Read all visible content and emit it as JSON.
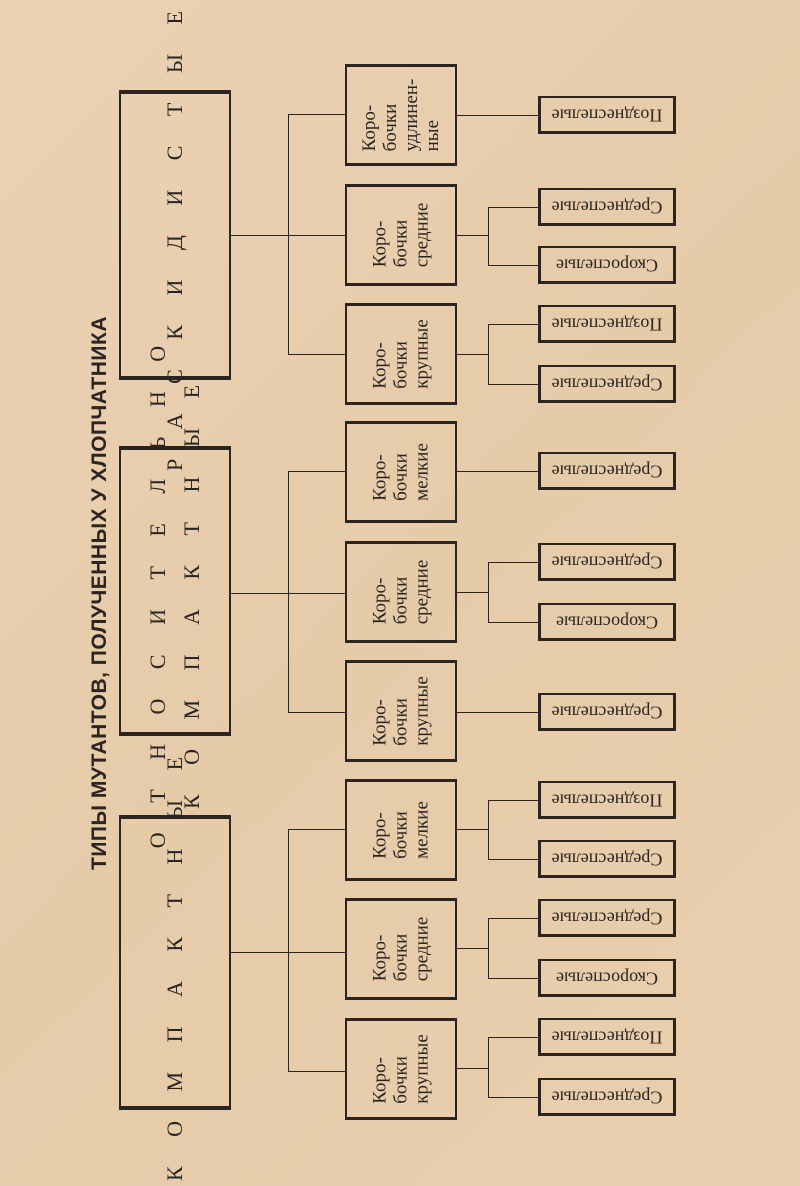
{
  "title": "ТИПЫ МУТАНТОВ, ПОЛУЧЕННЫХ У ХЛОПЧАТНИКА",
  "groups": [
    {
      "label": "Р А С К И Д И С Т Ы Е",
      "subtypes": [
        {
          "label": "Коро-\nбочки\nудлинен-\nные",
          "results": [
            "Позднеспелые"
          ]
        },
        {
          "label": "Коро-\nбочки\nсредние",
          "results": [
            "Среднеспелые",
            "Скороспелые"
          ]
        },
        {
          "label": "Коро-\nбочки\nкрупные",
          "results": [
            "Позднеспелые",
            "Среднеспелые"
          ]
        }
      ]
    },
    {
      "label": "О Т Н О С И Т Е Л Ь Н О\nК О М П А К Т Н Ы Е",
      "subtypes": [
        {
          "label": "Коро-\nбочки\nмелкие",
          "results": [
            "Среднеспелые"
          ]
        },
        {
          "label": "Коро-\nбочки\nсредние",
          "results": [
            "Среднеспелые",
            "Скороспелые"
          ]
        },
        {
          "label": "Коро-\nбочки\nкрупные",
          "results": [
            "Среднеспелые"
          ]
        }
      ]
    },
    {
      "label": "К О М П А К Т Н Ы Е",
      "subtypes": [
        {
          "label": "Коро-\nбочки\nмелкие",
          "results": [
            "Позднеспелые",
            "Среднеспелые"
          ]
        },
        {
          "label": "Коро-\nбочки\nсредние",
          "results": [
            "Среднеспелые",
            "Скороспелые"
          ]
        },
        {
          "label": "Коро-\nбочки\nкрупные",
          "results": [
            "Позднеспелые",
            "Среднеспелые"
          ]
        }
      ]
    }
  ]
}
